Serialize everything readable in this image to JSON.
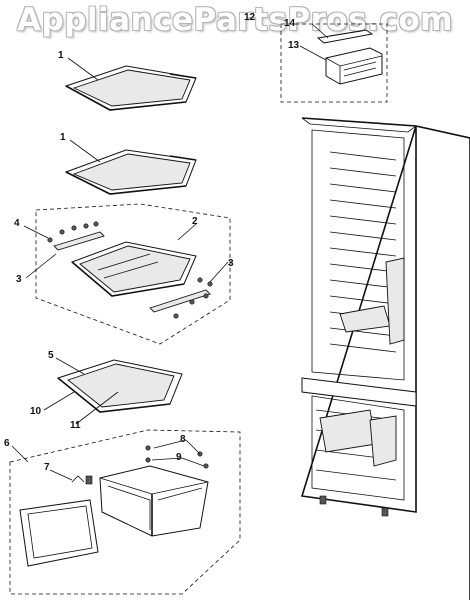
{
  "watermark": "AppliancePartsPros.com",
  "callouts": {
    "c1a": "1",
    "c1b": "1",
    "c2": "2",
    "c3a": "3",
    "c3b": "3",
    "c4": "4",
    "c5": "5",
    "c6": "6",
    "c7": "7",
    "c8": "8",
    "c9": "9",
    "c10": "10",
    "c11": "11",
    "c12": "12",
    "c13": "13",
    "c14": "14"
  }
}
